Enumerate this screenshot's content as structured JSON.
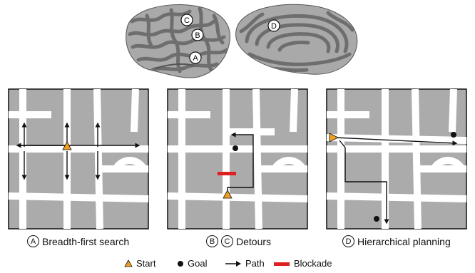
{
  "brain_labels": [
    "A",
    "B",
    "C",
    "D"
  ],
  "panels": [
    {
      "id": "A",
      "letters": [
        "A"
      ],
      "title": "Breadth-first search"
    },
    {
      "id": "BC",
      "letters": [
        "B",
        "C"
      ],
      "title": "Detours"
    },
    {
      "id": "D",
      "letters": [
        "D"
      ],
      "title": "Hierarchical planning"
    }
  ],
  "legend": {
    "start": "Start",
    "goal": "Goal",
    "path": "Path",
    "blockade": "Blockade"
  },
  "colors": {
    "block": "#ababab",
    "street": "#ffffff",
    "brain_light": "#a9a9a9",
    "brain_dark": "#6e6e6e",
    "start": "#f0a020",
    "blockade": "#e02020",
    "path": "#111111"
  }
}
